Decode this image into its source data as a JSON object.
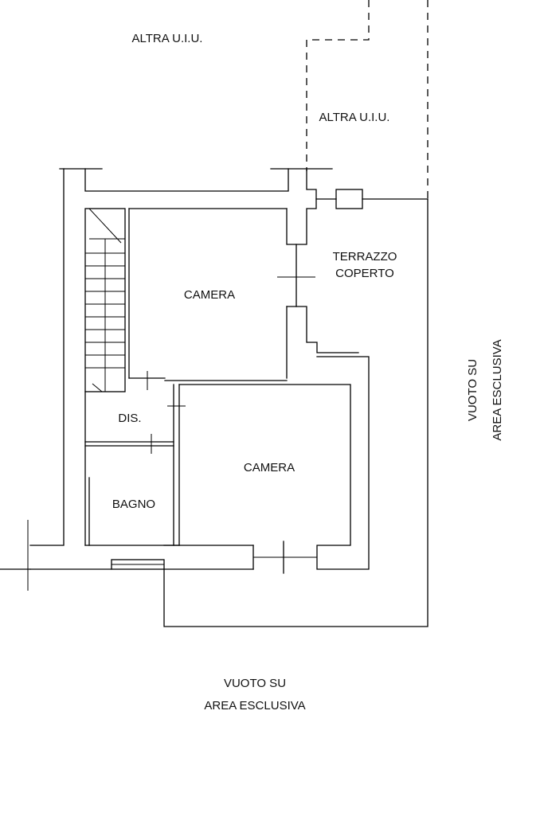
{
  "labels": {
    "altra_uiu_top": "ALTRA U.I.U.",
    "altra_uiu_right": "ALTRA U.I.U.",
    "terrazzo_line1": "TERRAZZO",
    "terrazzo_line2": "COPERTO",
    "camera_upper": "CAMERA",
    "camera_lower": "CAMERA",
    "dis": "DIS.",
    "bagno": "BAGNO",
    "vuoto_right_line1": "VUOTO SU",
    "vuoto_right_line2": "AREA ESCLUSIVA",
    "vuoto_bottom_line1": "VUOTO SU",
    "vuoto_bottom_line2": "AREA ESCLUSIVA"
  }
}
